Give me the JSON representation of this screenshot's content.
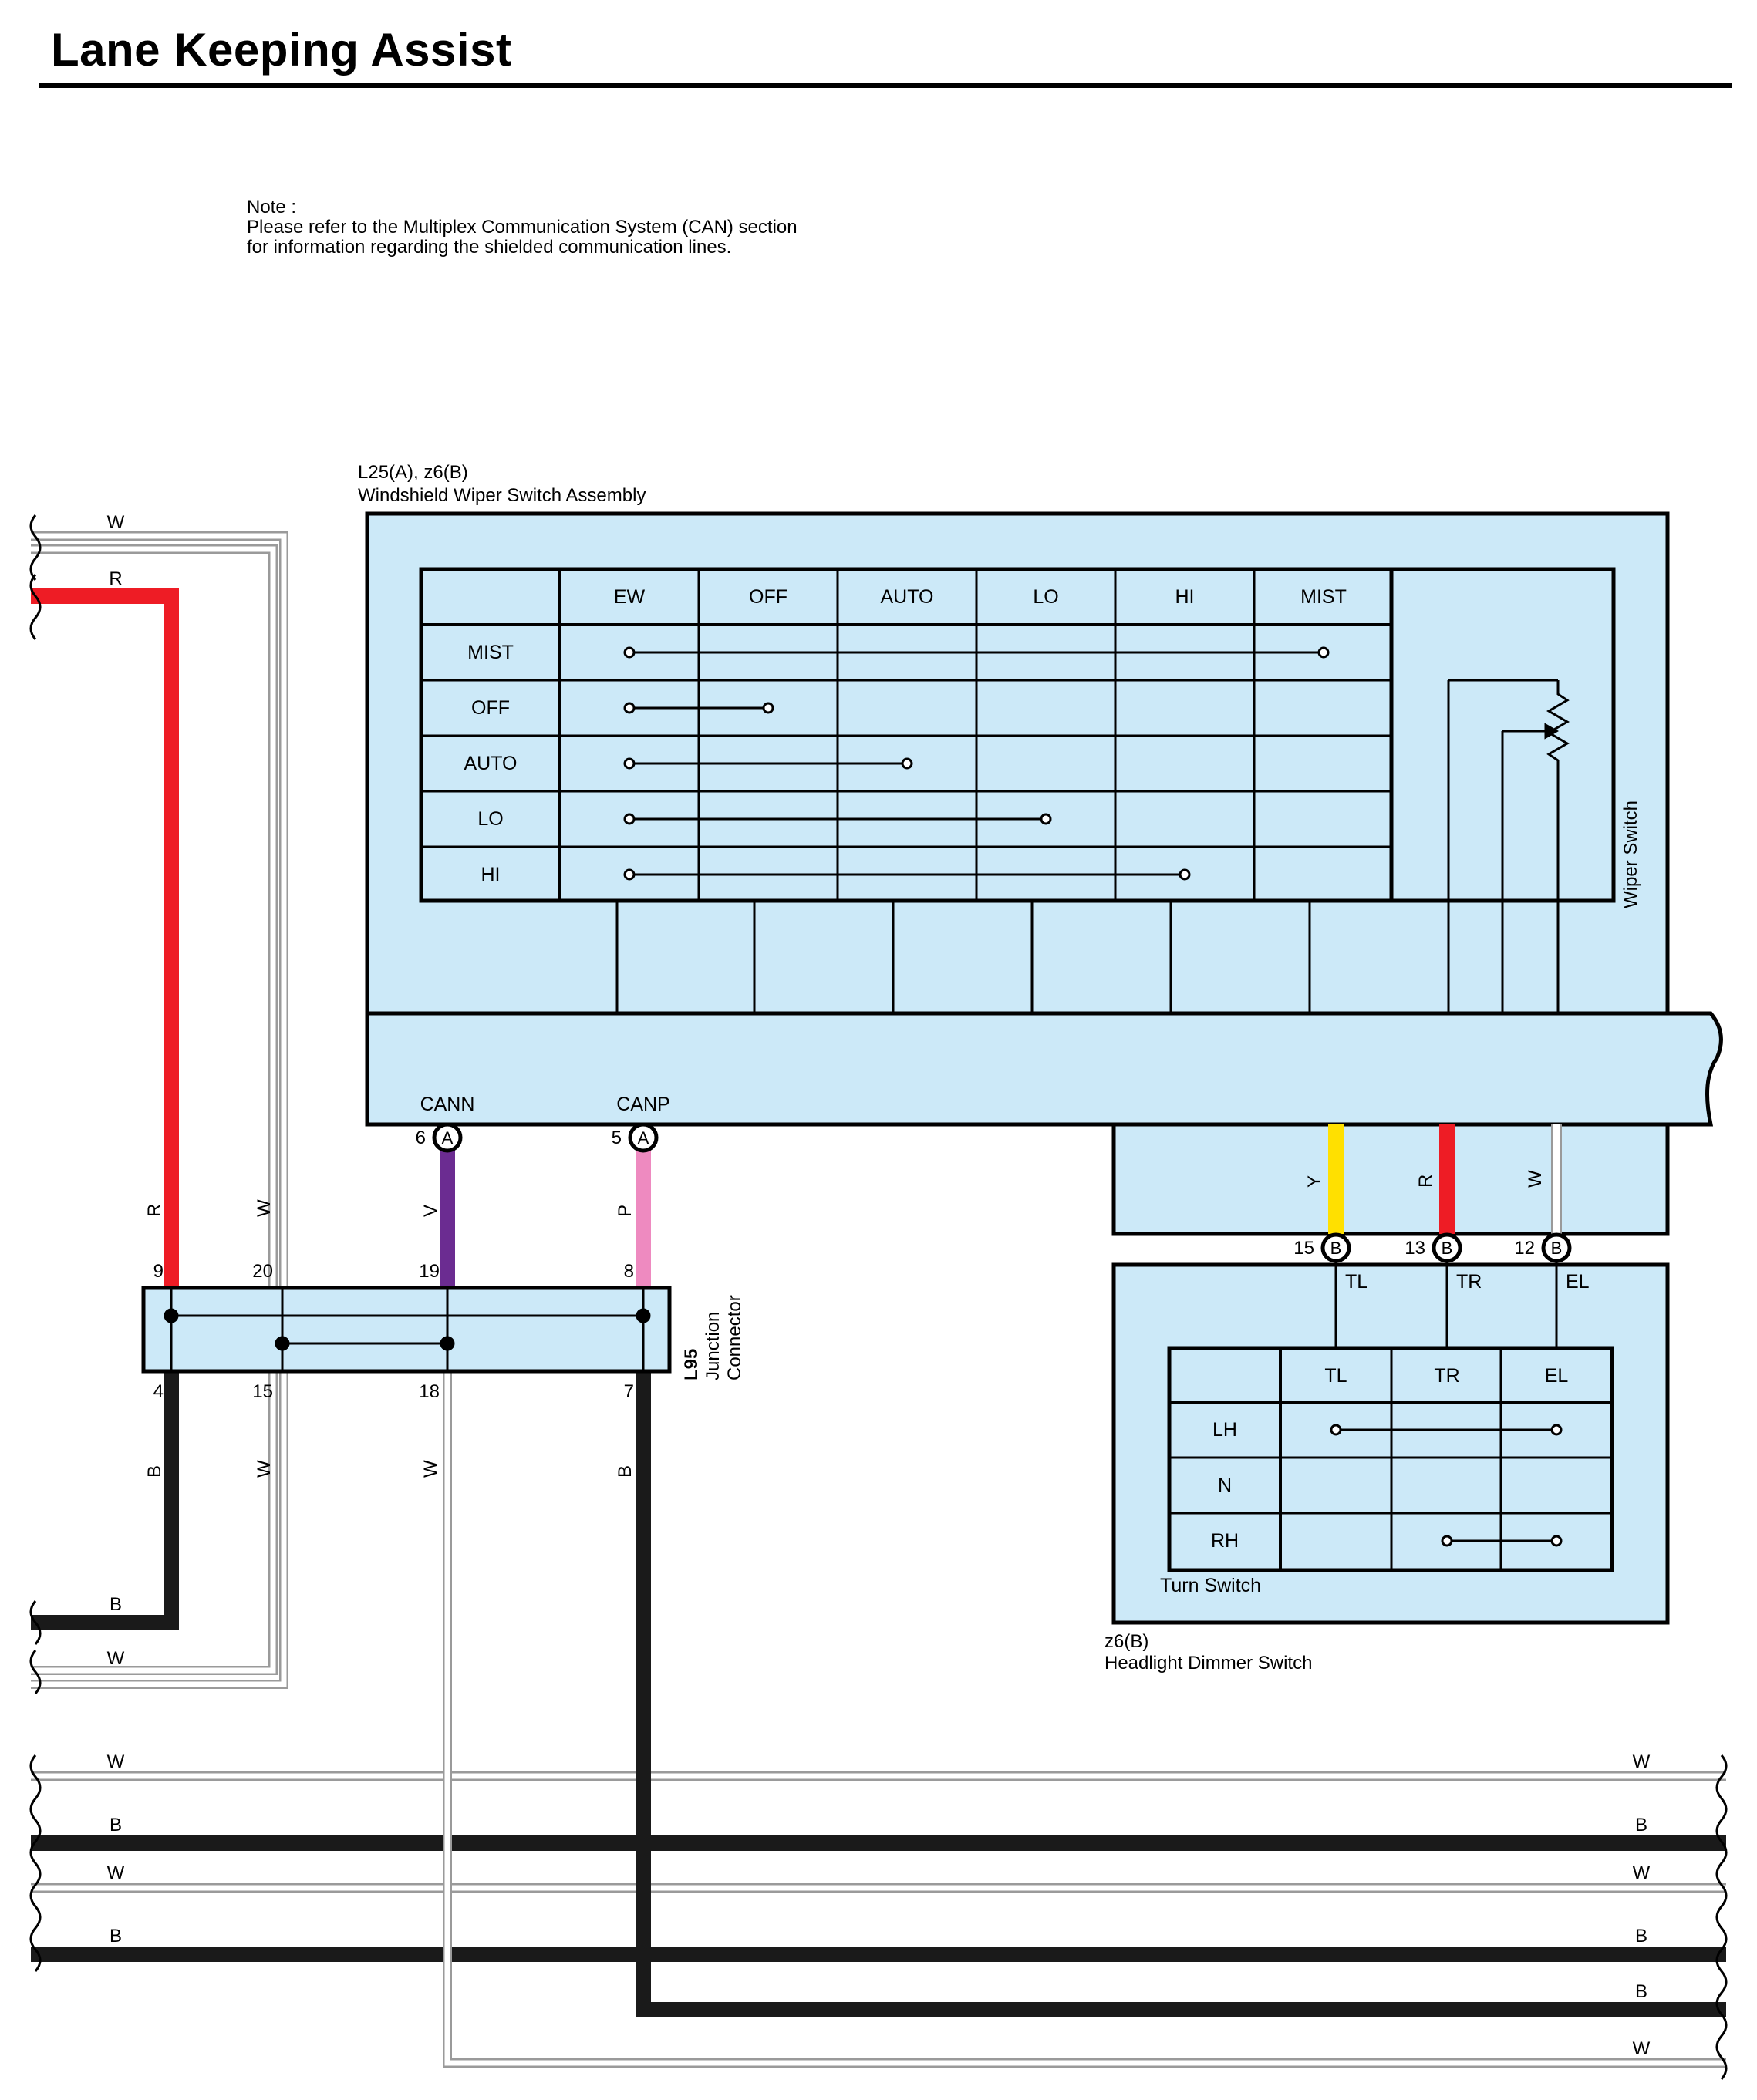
{
  "title": "Lane Keeping Assist",
  "note": {
    "line1": "Note :",
    "line2": "Please refer to the Multiplex Communication System (CAN) section",
    "line3": "for information regarding the shielded communication lines."
  },
  "colors": {
    "box_fill": "#cce9f8",
    "red": "#ee1c25",
    "black": "#1a1a1a",
    "purple": "#6b2c91",
    "pink": "#ee8ac0",
    "yellow": "#ffe000",
    "white_wire": "#ffffff",
    "white_wire_outline": "#9a9a9a"
  },
  "wiper_assembly": {
    "code": "L25(A), z6(B)",
    "name": "Windshield Wiper Switch Assembly",
    "table_columns": [
      "EW",
      "OFF",
      "AUTO",
      "LO",
      "HI",
      "MIST"
    ],
    "table_rows": [
      "MIST",
      "OFF",
      "AUTO",
      "LO",
      "HI"
    ],
    "side_label": "Wiper Switch",
    "pin_labels": [
      "CANN",
      "CANP"
    ],
    "pins": [
      {
        "num": "6",
        "conn": "A"
      },
      {
        "num": "5",
        "conn": "A"
      }
    ],
    "lower_wires": [
      "Y",
      "R",
      "W"
    ],
    "lower_pins": [
      {
        "num": "15",
        "conn": "B"
      },
      {
        "num": "13",
        "conn": "B"
      },
      {
        "num": "12",
        "conn": "B"
      }
    ]
  },
  "headlight_switch": {
    "code": "z6(B)",
    "name": "Headlight Dimmer Switch",
    "terminal_labels": [
      "TL",
      "TR",
      "EL"
    ],
    "table_columns": [
      "TL",
      "TR",
      "EL"
    ],
    "table_rows": [
      "LH",
      "N",
      "RH"
    ],
    "sub_label": "Turn Switch"
  },
  "junction": {
    "code": "L95",
    "name_line1": "Junction",
    "name_line2": "Connector",
    "top_pins": [
      "9",
      "20",
      "19",
      "8"
    ],
    "bottom_pins": [
      "4",
      "15",
      "18",
      "7"
    ],
    "top_wire_colors": [
      "R",
      "W",
      "V",
      "P"
    ],
    "bottom_wire_colors": [
      "B",
      "W",
      "W",
      "B"
    ]
  },
  "left_wires": [
    "W",
    "R",
    "B",
    "W"
  ],
  "bus_left": [
    "W",
    "B",
    "W",
    "B"
  ],
  "bus_right": [
    "W",
    "B",
    "W",
    "B",
    "B",
    "W"
  ]
}
